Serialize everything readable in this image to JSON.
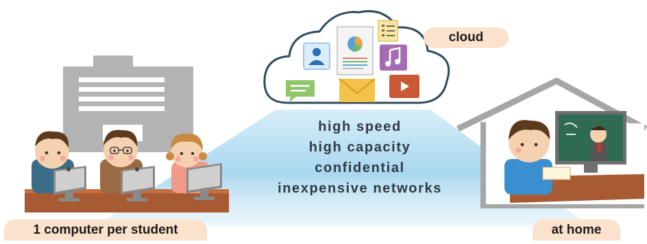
{
  "cloud": {
    "label": "cloud"
  },
  "school": {
    "label": "1 computer per student"
  },
  "home": {
    "label": "at home"
  },
  "features": [
    "high speed",
    "high capacity",
    "confidential",
    "inexpensive networks"
  ],
  "icons": [
    "contact-card-icon",
    "document-chart-icon",
    "checklist-icon",
    "music-icon",
    "chat-icon",
    "mail-icon",
    "video-icon"
  ],
  "colors": {
    "beam": "#a9d7ef",
    "tag_fill": "#fbe2cc",
    "cloud_outline": "#2f4b5a",
    "building": "#b3b3b3",
    "desk": "#a85a32",
    "house_outline": "#a6a6a6"
  }
}
